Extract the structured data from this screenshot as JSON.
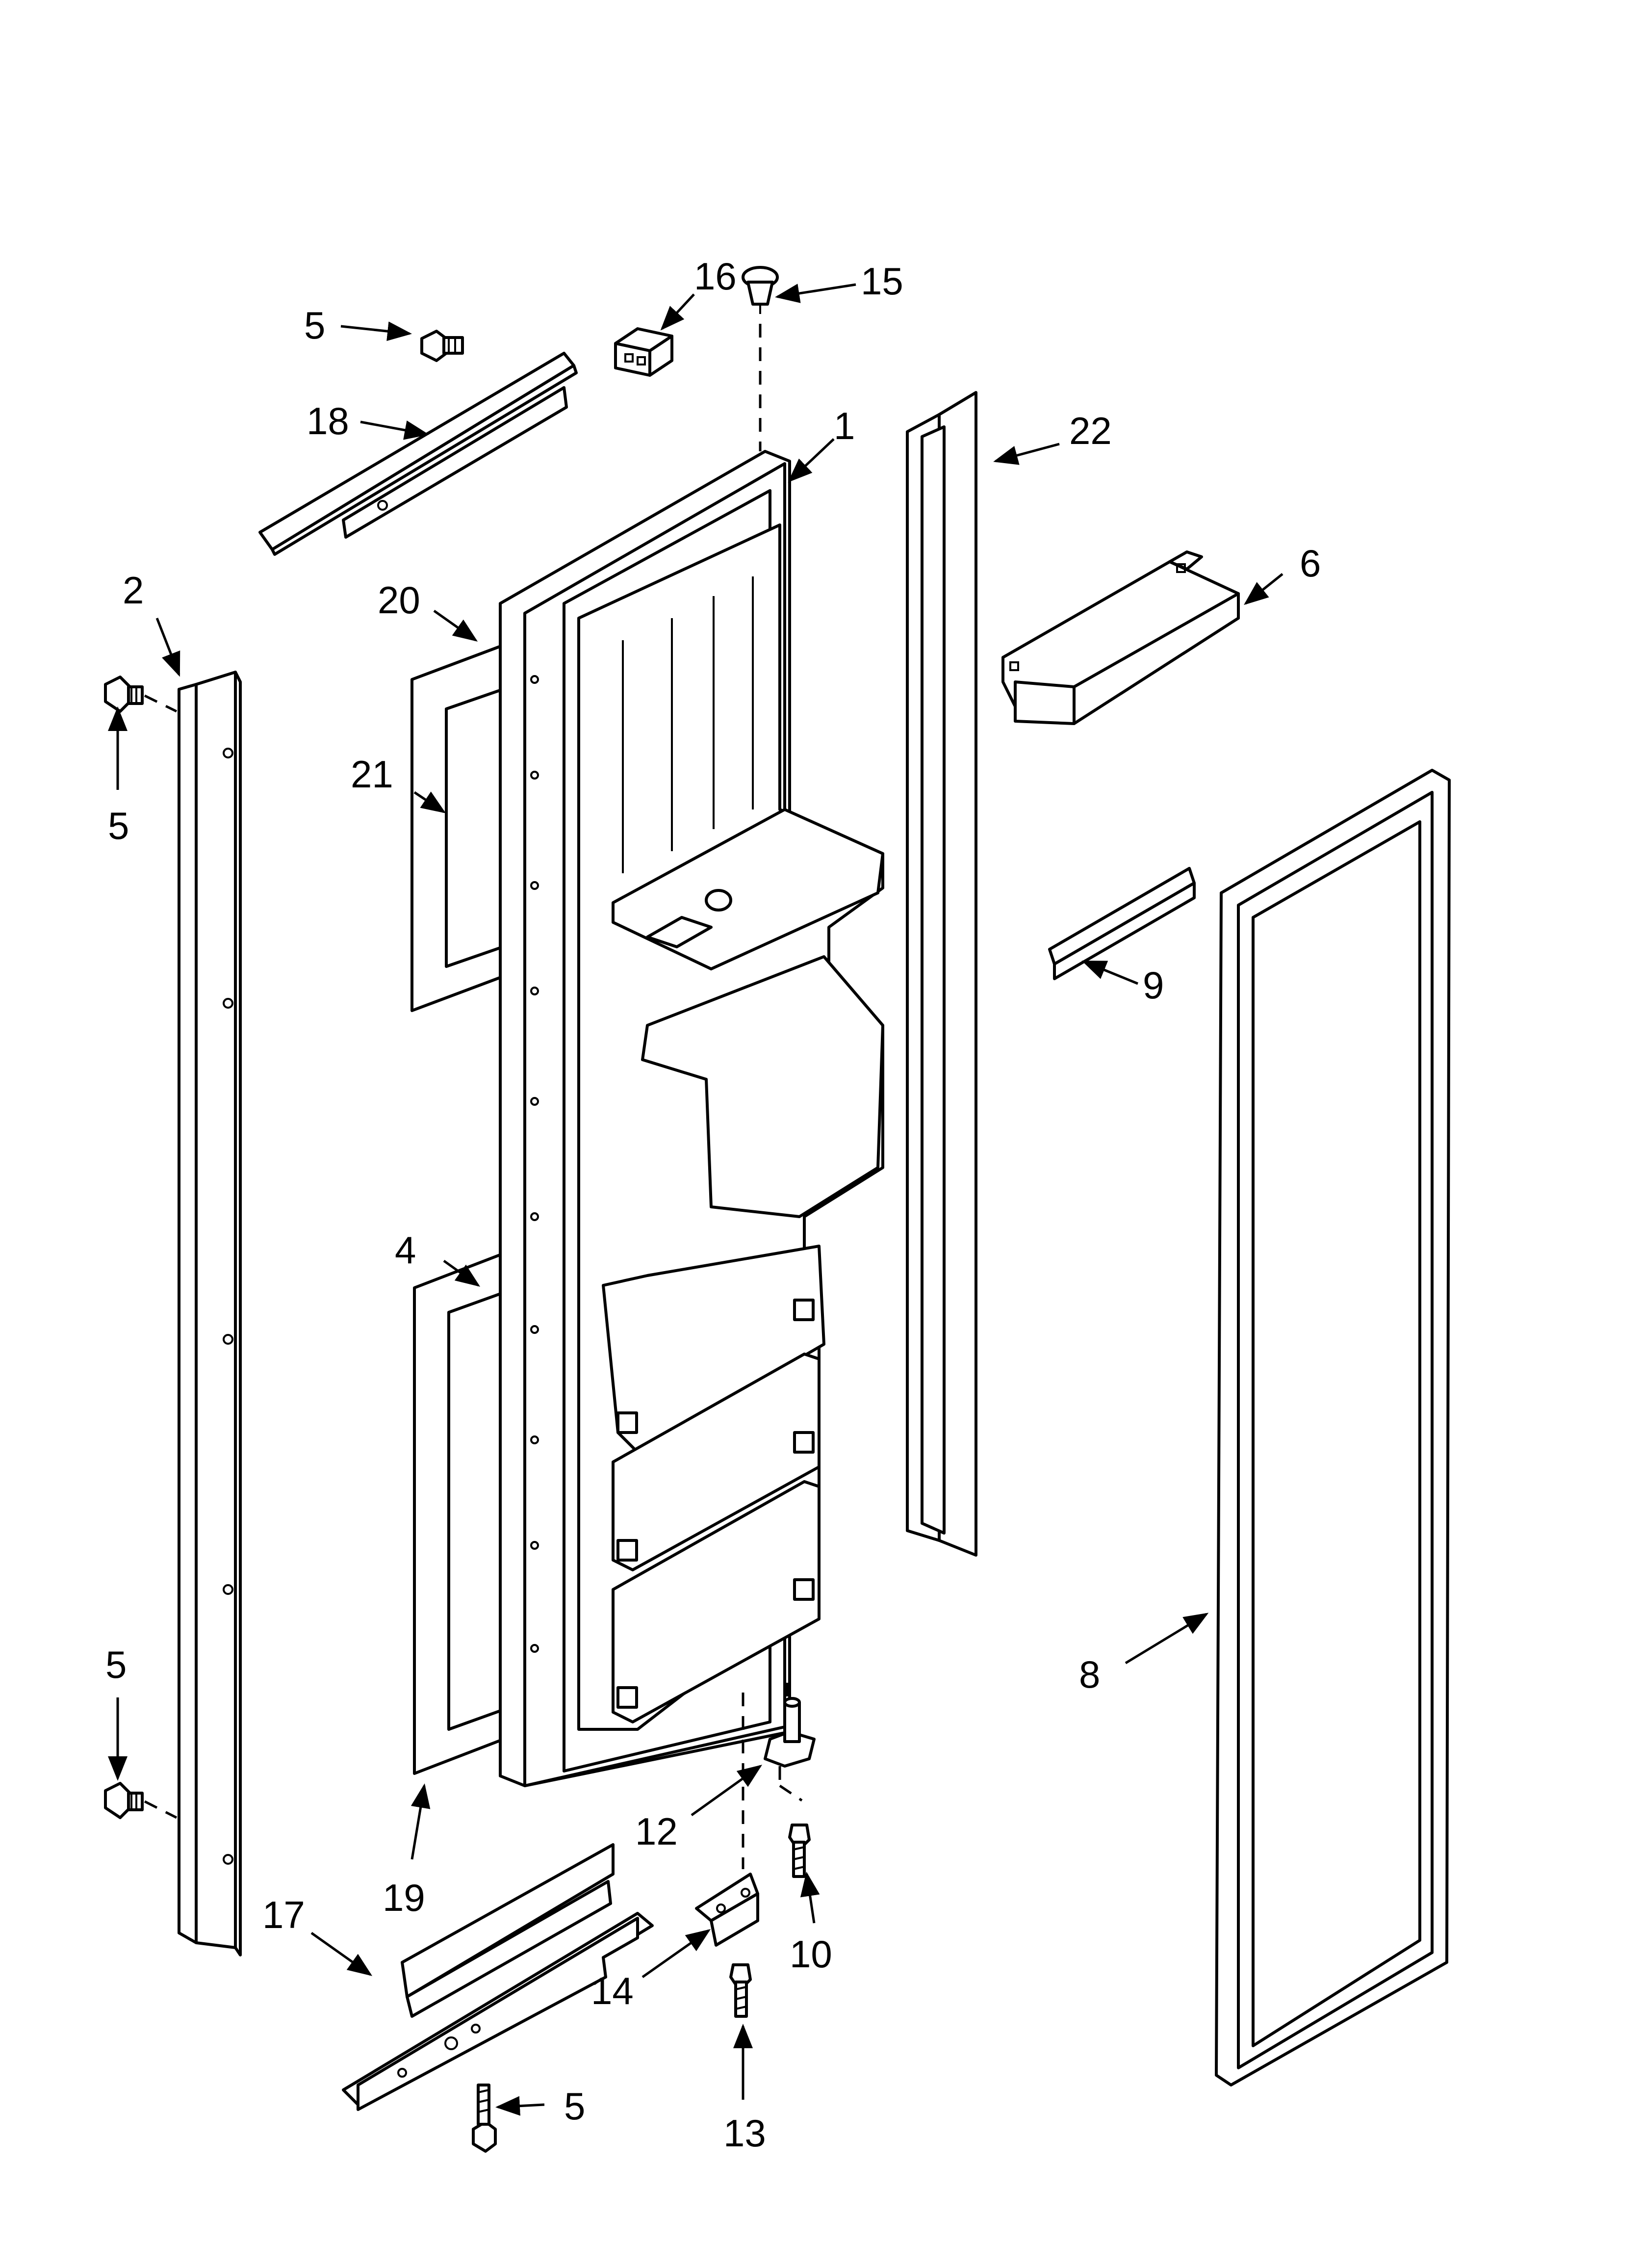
{
  "diagram": {
    "callouts": [
      {
        "id": "c1",
        "label": "1"
      },
      {
        "id": "c2",
        "label": "2"
      },
      {
        "id": "c4",
        "label": "4"
      },
      {
        "id": "c5a",
        "label": "5"
      },
      {
        "id": "c5b",
        "label": "5"
      },
      {
        "id": "c5c",
        "label": "5"
      },
      {
        "id": "c5d",
        "label": "5"
      },
      {
        "id": "c6",
        "label": "6"
      },
      {
        "id": "c8",
        "label": "8"
      },
      {
        "id": "c9",
        "label": "9"
      },
      {
        "id": "c10",
        "label": "10"
      },
      {
        "id": "c12",
        "label": "12"
      },
      {
        "id": "c13",
        "label": "13"
      },
      {
        "id": "c14",
        "label": "14"
      },
      {
        "id": "c15",
        "label": "15"
      },
      {
        "id": "c16",
        "label": "16"
      },
      {
        "id": "c17",
        "label": "17"
      },
      {
        "id": "c18",
        "label": "18"
      },
      {
        "id": "c19",
        "label": "19"
      },
      {
        "id": "c20",
        "label": "20"
      },
      {
        "id": "c21",
        "label": "21"
      },
      {
        "id": "c22",
        "label": "22"
      }
    ]
  }
}
